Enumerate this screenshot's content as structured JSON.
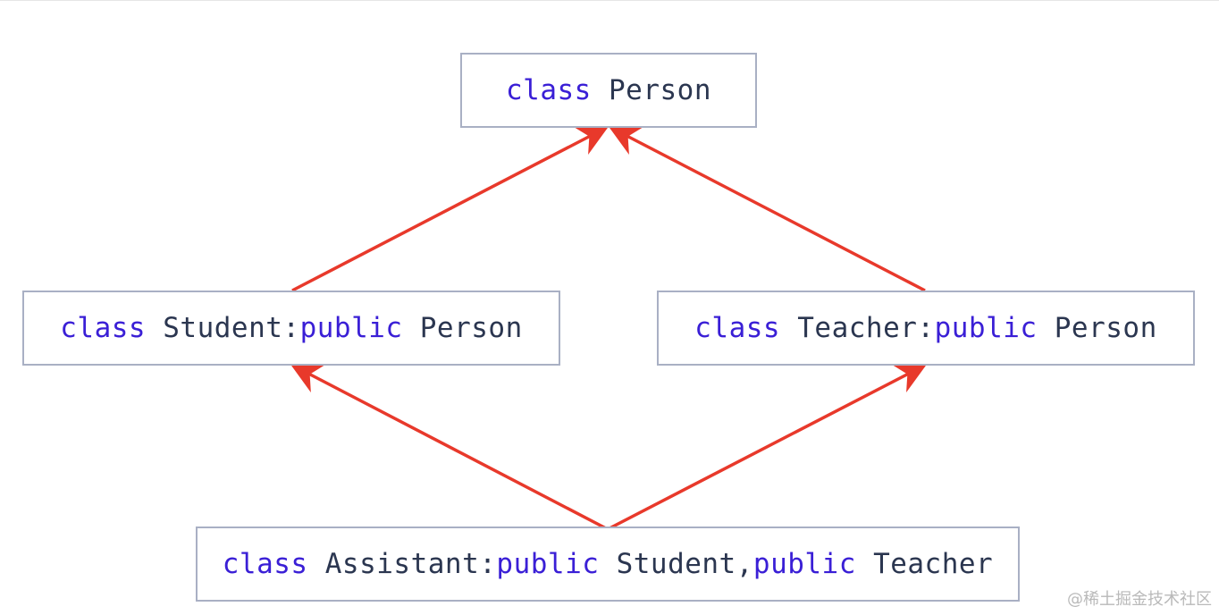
{
  "classes": {
    "person": {
      "kw": "class",
      "name": "Person"
    },
    "student": {
      "kw": "class",
      "name": "Student",
      "sep": ":",
      "access": "public",
      "base": "Person"
    },
    "teacher": {
      "kw": "class",
      "name": "Teacher",
      "sep": ":",
      "access": "public",
      "base": "Person"
    },
    "assistant": {
      "kw": "class",
      "name": "Assistant",
      "sep": ":",
      "access1": "public",
      "base1": "Student",
      "comma": ",",
      "access2": "public",
      "base2": "Teacher"
    }
  },
  "watermark": "@稀土掘金技术社区",
  "colors": {
    "arrow": "#e8392b",
    "keyword": "#3a1fd6",
    "identifier": "#2b3650",
    "box_border": "#a9b0c4"
  }
}
